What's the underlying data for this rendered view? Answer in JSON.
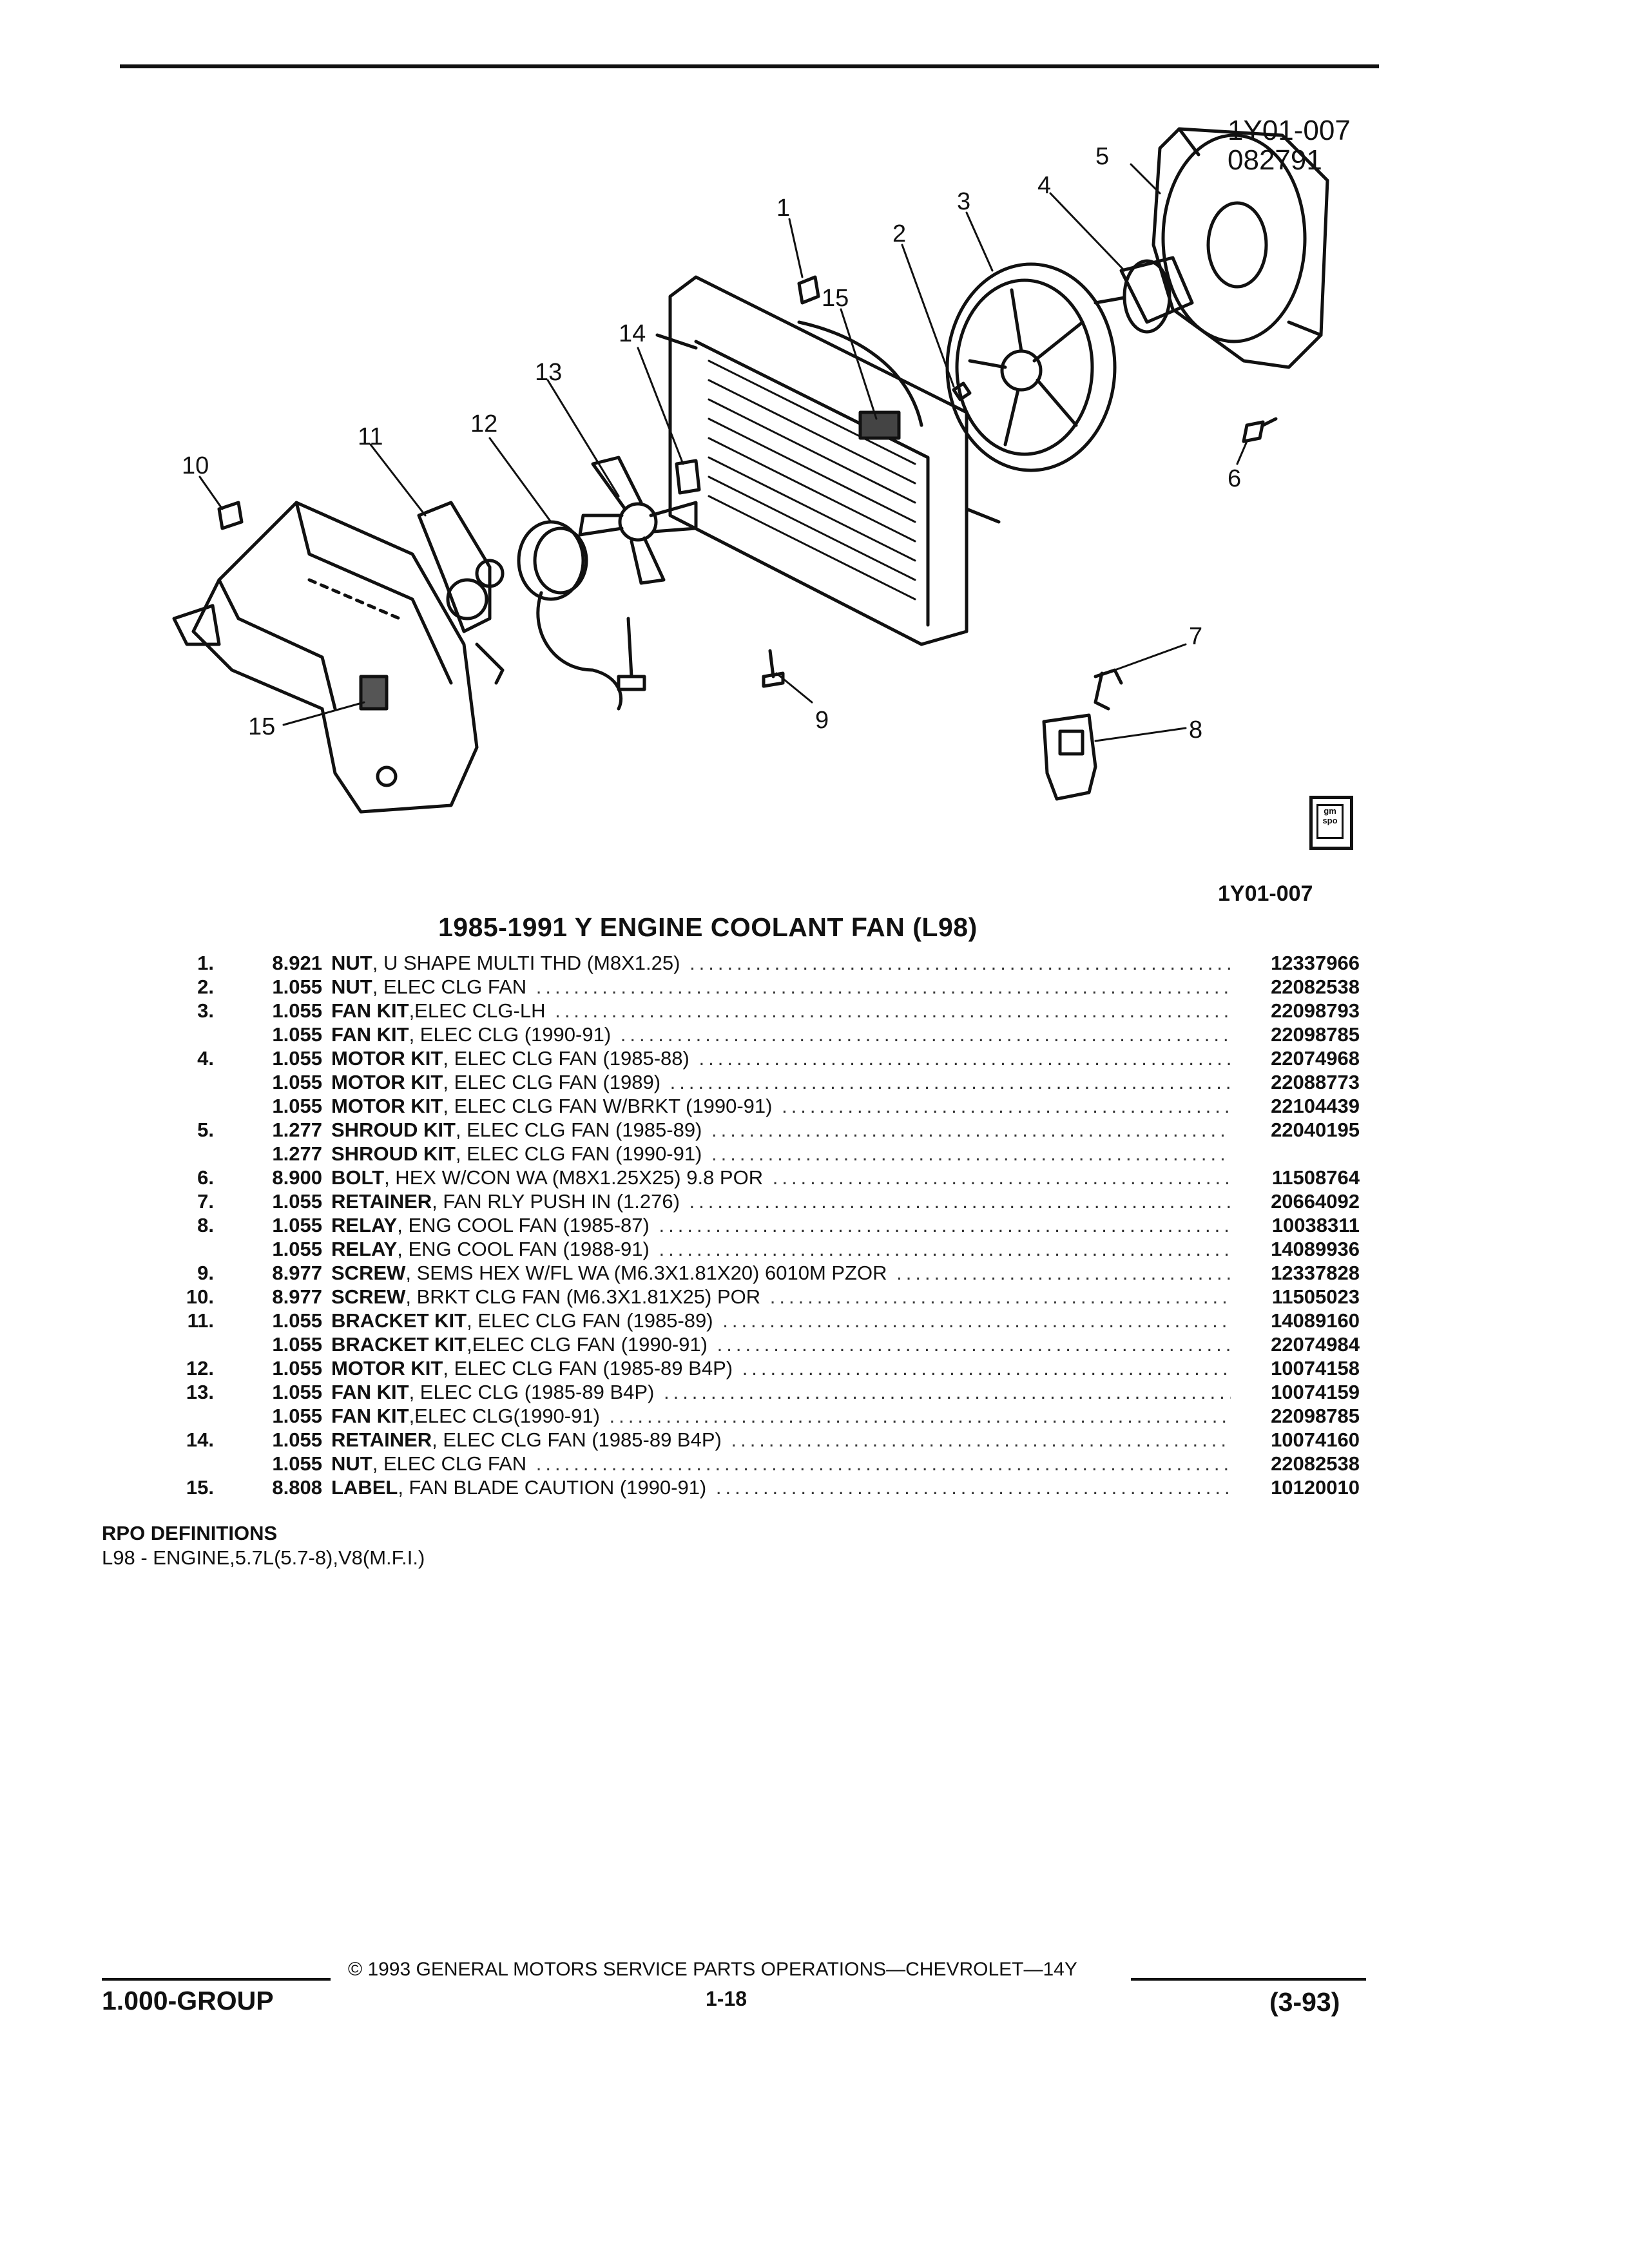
{
  "diagram": {
    "drawing_id": "1Y01-007",
    "drawing_date": "082791",
    "caption_id": "1Y01-007",
    "callouts": [
      "1",
      "2",
      "3",
      "4",
      "5",
      "6",
      "7",
      "8",
      "9",
      "10",
      "11",
      "12",
      "13",
      "14",
      "15",
      "15"
    ],
    "logo_text": "gm spo"
  },
  "title": "1985-1991 Y ENGINE COOLANT FAN (L98)",
  "parts": [
    {
      "num": "1.",
      "qty": "8.921",
      "name": "NUT",
      "desc": ", U SHAPE MULTI THD (M8X1.25)",
      "pn": "12337966"
    },
    {
      "num": "2.",
      "qty": "1.055",
      "name": "NUT",
      "desc": ", ELEC CLG FAN",
      "pn": "22082538"
    },
    {
      "num": "3.",
      "qty": "1.055",
      "name": "FAN KIT",
      "desc": ",ELEC CLG-LH",
      "pn": "22098793"
    },
    {
      "num": "",
      "qty": "1.055",
      "name": "FAN KIT",
      "desc": ", ELEC CLG (1990-91)",
      "pn": "22098785"
    },
    {
      "num": "4.",
      "qty": "1.055",
      "name": "MOTOR KIT",
      "desc": ", ELEC CLG FAN (1985-88)",
      "pn": "22074968"
    },
    {
      "num": "",
      "qty": "1.055",
      "name": "MOTOR KIT",
      "desc": ", ELEC CLG FAN (1989)",
      "pn": "22088773"
    },
    {
      "num": "",
      "qty": "1.055",
      "name": "MOTOR KIT",
      "desc": ", ELEC CLG FAN W/BRKT (1990-91)",
      "pn": "22104439"
    },
    {
      "num": "5.",
      "qty": "1.277",
      "name": "SHROUD KIT",
      "desc": ", ELEC CLG FAN (1985-89)",
      "pn": "22040195"
    },
    {
      "num": "",
      "qty": "1.277",
      "name": "SHROUD KIT",
      "desc": ", ELEC CLG FAN (1990-91)",
      "pn": ""
    },
    {
      "num": "6.",
      "qty": "8.900",
      "name": "BOLT",
      "desc": ", HEX W/CON WA (M8X1.25X25) 9.8 POR",
      "pn": "11508764"
    },
    {
      "num": "7.",
      "qty": "1.055",
      "name": "RETAINER",
      "desc": ", FAN RLY PUSH IN (1.276)",
      "pn": "20664092"
    },
    {
      "num": "8.",
      "qty": "1.055",
      "name": "RELAY",
      "desc": ", ENG COOL FAN (1985-87)",
      "pn": "10038311"
    },
    {
      "num": "",
      "qty": "1.055",
      "name": "RELAY",
      "desc": ", ENG COOL FAN (1988-91)",
      "pn": "14089936"
    },
    {
      "num": "9.",
      "qty": "8.977",
      "name": "SCREW",
      "desc": ", SEMS HEX W/FL WA (M6.3X1.81X20) 6010M PZOR",
      "pn": "12337828"
    },
    {
      "num": "10.",
      "qty": "8.977",
      "name": "SCREW",
      "desc": ", BRKT CLG FAN (M6.3X1.81X25) POR",
      "pn": "11505023"
    },
    {
      "num": "11.",
      "qty": "1.055",
      "name": "BRACKET KIT",
      "desc": ", ELEC CLG FAN (1985-89)",
      "pn": "14089160"
    },
    {
      "num": "",
      "qty": "1.055",
      "name": "BRACKET KIT",
      "desc": ",ELEC CLG FAN (1990-91)",
      "pn": "22074984"
    },
    {
      "num": "12.",
      "qty": "1.055",
      "name": "MOTOR KIT",
      "desc": ", ELEC CLG FAN (1985-89 B4P)",
      "pn": "10074158"
    },
    {
      "num": "13.",
      "qty": "1.055",
      "name": "FAN KIT",
      "desc": ", ELEC CLG (1985-89 B4P)",
      "pn": "10074159"
    },
    {
      "num": "",
      "qty": "1.055",
      "name": "FAN KIT",
      "desc": ",ELEC CLG(1990-91)",
      "pn": "22098785"
    },
    {
      "num": "14.",
      "qty": "1.055",
      "name": "RETAINER",
      "desc": ", ELEC CLG FAN (1985-89 B4P)",
      "pn": "10074160"
    },
    {
      "num": "",
      "qty": "1.055",
      "name": "NUT",
      "desc": ", ELEC CLG FAN",
      "pn": "22082538"
    },
    {
      "num": "15.",
      "qty": "8.808",
      "name": "LABEL",
      "desc": ", FAN BLADE CAUTION (1990-91)",
      "pn": "10120010"
    }
  ],
  "rpo": {
    "heading": "RPO DEFINITIONS",
    "definition": "L98 - ENGINE,5.7L(5.7-8),V8(M.F.I.)"
  },
  "footer": {
    "copyright": "© 1993 GENERAL MOTORS SERVICE PARTS OPERATIONS—CHEVROLET—14Y",
    "group": "1.000-GROUP",
    "page": "1-18",
    "date": "(3-93)"
  }
}
